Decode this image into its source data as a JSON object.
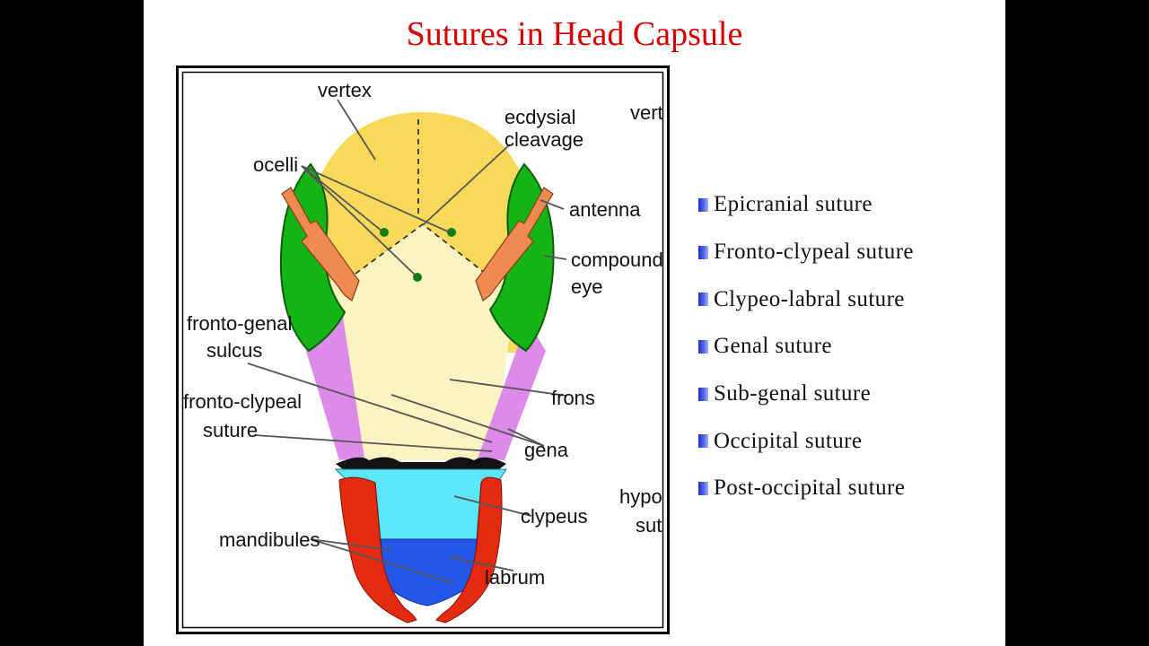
{
  "slide": {
    "title": "Sutures in Head Capsule"
  },
  "diagram": {
    "labels": {
      "vertex": "vertex",
      "ecdysial_1": "ecdysial",
      "ecdysial_2": "cleavage",
      "vert_cut": "vert",
      "ocelli": "ocelli",
      "antenna": "antenna",
      "compound_1": "compound",
      "compound_2": "eye",
      "fronto_genal_1": "fronto-genal",
      "fronto_genal_2": "sulcus",
      "fronto_clypeal_1": "fronto-clypeal",
      "fronto_clypeal_2": "suture",
      "frons": "frons",
      "gena": "gena",
      "hypo_1": "hypo",
      "hypo_2": "sut",
      "clypeus": "clypeus",
      "mandibules": "mandibules",
      "labrum": "labrum"
    },
    "colors": {
      "vertex_yellow": "#f8d95a",
      "frons_cream": "#fdf4c2",
      "eye_green": "#16b316",
      "gena_pink": "#dc8be9",
      "clypeus_cyan": "#5de6f5",
      "labrum_blue": "#2456e8",
      "mandible_red": "#e52a12",
      "antenna_orange": "#ef8a52"
    }
  },
  "sutures": [
    "Epicranial suture",
    "Fronto-clypeal suture",
    "Clypeo-labral suture",
    "Genal suture",
    "Sub-genal suture",
    "Occipital suture",
    "Post-occipital suture"
  ]
}
